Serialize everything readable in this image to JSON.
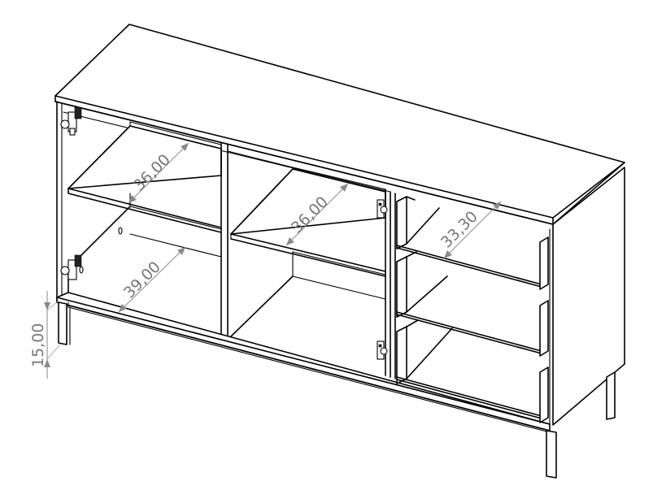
{
  "diagram": {
    "subject": "Sideboard with two hinged-door compartments and three drawers",
    "line_color": "#000000",
    "dimension_color": "#808080",
    "dimensions": {
      "left_upper_shelf_depth": "36,00",
      "left_bottom_depth": "39,00",
      "middle_shelf_depth": "36,00",
      "drawer_depth": "33,30",
      "leg_height": "15,00"
    },
    "parts": {
      "compartments": [
        "left-compartment",
        "middle-compartment",
        "drawer-section"
      ],
      "drawer_count": 3,
      "hinge_count": 4,
      "leg_count": 4
    }
  }
}
